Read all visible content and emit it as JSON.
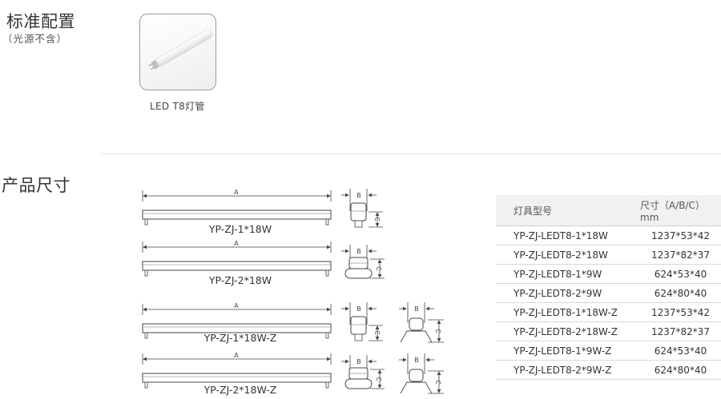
{
  "config": {
    "title": "标准配置",
    "subtitle": "（光源不含）",
    "product_caption": "LED T8灯管"
  },
  "dimensions": {
    "title": "产品尺寸",
    "dim_labels": {
      "a": "A",
      "b": "B",
      "c": "C"
    },
    "diagrams": [
      {
        "model": "YP-ZJ-1*18W"
      },
      {
        "model": "YP-ZJ-2*18W"
      },
      {
        "model": "YP-ZJ-1*18W-Z"
      },
      {
        "model": "YP-ZJ-2*18W-Z"
      }
    ]
  },
  "table": {
    "headers": [
      "灯具型号",
      "尺寸（A/B/C）mm"
    ],
    "rows": [
      [
        "YP-ZJ-LEDT8-1*18W",
        "1237*53*42"
      ],
      [
        "YP-ZJ-LEDT8-2*18W",
        "1237*82*37"
      ],
      [
        "YP-ZJ-LEDT8-1*9W",
        "624*53*40"
      ],
      [
        "YP-ZJ-LEDT8-2*9W",
        "624*80*40"
      ],
      [
        "YP-ZJ-LEDT8-1*18W-Z",
        "1237*53*42"
      ],
      [
        "YP-ZJ-LEDT8-2*18W-Z",
        "1237*82*37"
      ],
      [
        "YP-ZJ-LEDT8-1*9W-Z",
        "624*53*40"
      ],
      [
        "YP-ZJ-LEDT8-2*9W-Z",
        "624*80*40"
      ]
    ]
  }
}
